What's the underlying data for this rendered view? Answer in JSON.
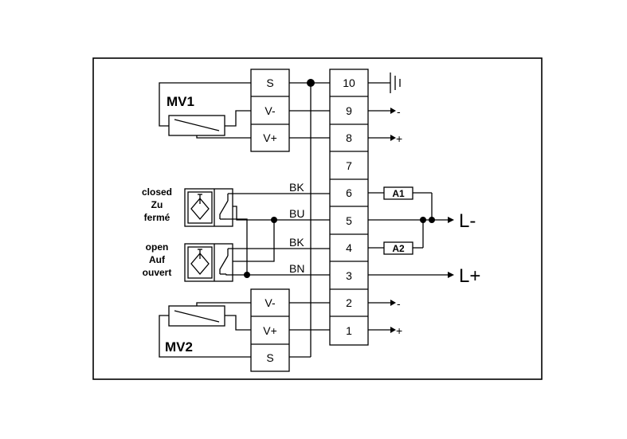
{
  "terminals": [
    "10",
    "9",
    "8",
    "7",
    "6",
    "5",
    "4",
    "3",
    "2",
    "1"
  ],
  "mv1": {
    "label": "MV1",
    "pins": [
      "S",
      "V-",
      "V+"
    ]
  },
  "mv2": {
    "label": "MV2",
    "pins": [
      "V-",
      "V+",
      "S"
    ]
  },
  "sensor_closed": {
    "lines": [
      "closed",
      "Zu",
      "fermé"
    ],
    "icon_letter": "I"
  },
  "sensor_open": {
    "lines": [
      "open",
      "Auf",
      "ouvert"
    ],
    "icon_letter": "I"
  },
  "wire_colors": [
    "BK",
    "BU",
    "BK",
    "BN"
  ],
  "outputs": {
    "t9": "-",
    "t8": "+",
    "t2": "-",
    "t1": "+",
    "a1": "A1",
    "a2": "A2",
    "l_minus": "L-",
    "l_plus": "L+"
  }
}
